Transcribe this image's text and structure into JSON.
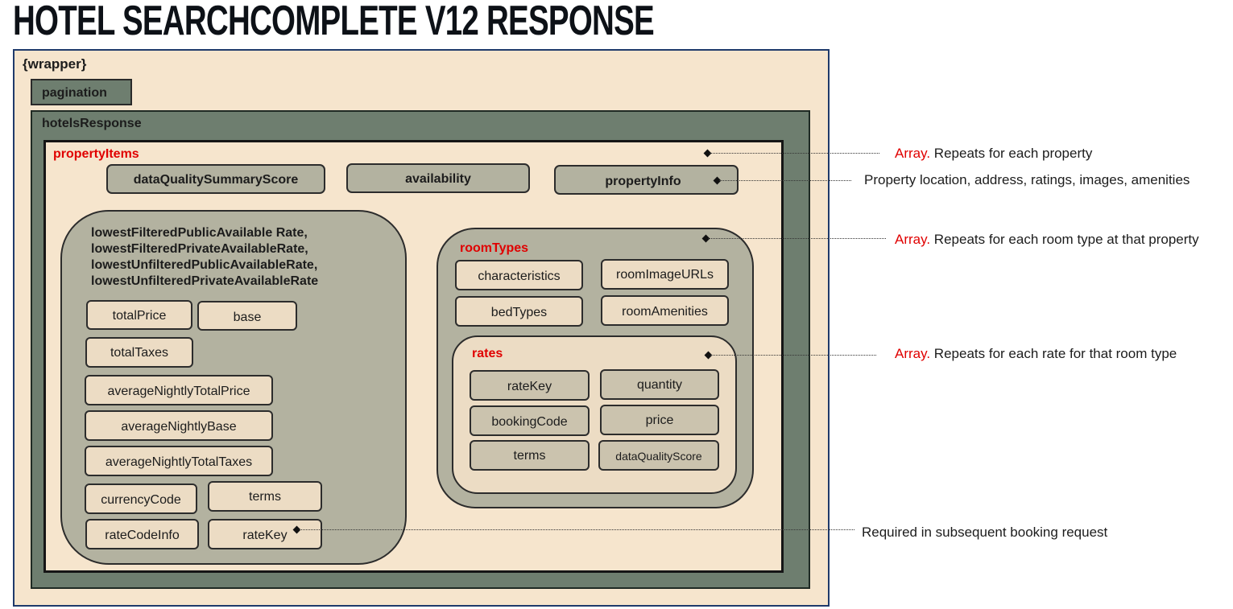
{
  "title": "HOTEL SEARCHCOMPLETE V12 RESPONSE",
  "wrapper": {
    "label": "{wrapper}",
    "pagination": "pagination",
    "hotelsResponse": {
      "label": "hotelsResponse",
      "propertyItems": {
        "label": "propertyItems",
        "top_fields": [
          "dataQualitySummaryScore",
          "availability",
          "propertyInfo"
        ],
        "lowestRates": {
          "label_lines": [
            "lowestFilteredPublicAvailable Rate,",
            "lowestFilteredPrivateAvailableRate,",
            "lowestUnfilteredPublicAvailableRate,",
            "lowestUnfilteredPrivateAvailableRate"
          ],
          "fields": [
            "totalPrice",
            "base",
            "totalTaxes",
            "averageNightlyTotalPrice",
            "averageNightlyBase",
            "averageNightlyTotalTaxes",
            "currencyCode",
            "terms",
            "rateCodeInfo",
            "rateKey"
          ]
        },
        "roomTypes": {
          "label": "roomTypes",
          "fields": [
            "characteristics",
            "roomImageURLs",
            "bedTypes",
            "roomAmenities"
          ],
          "rates": {
            "label": "rates",
            "fields": [
              "rateKey",
              "quantity",
              "bookingCode",
              "price",
              "terms",
              "dataQualityScore"
            ]
          }
        }
      }
    }
  },
  "annotations": [
    {
      "prefix": "Array.",
      "text": " Repeats for each property"
    },
    {
      "prefix": "",
      "text": "Property location, address, ratings, images, amenities"
    },
    {
      "prefix": "Array.",
      "text": " Repeats for each room type at that property"
    },
    {
      "prefix": "Array.",
      "text": " Repeats for each rate for that room type"
    },
    {
      "prefix": "",
      "text": "Required in subsequent booking request"
    }
  ],
  "colors": {
    "accent_red": "#e00000",
    "wrapper_bg": "#f6e5cd",
    "container_green": "#6e7e6f",
    "field_gray": "#b3b2a0",
    "wrapper_border": "#1f3a6b"
  }
}
